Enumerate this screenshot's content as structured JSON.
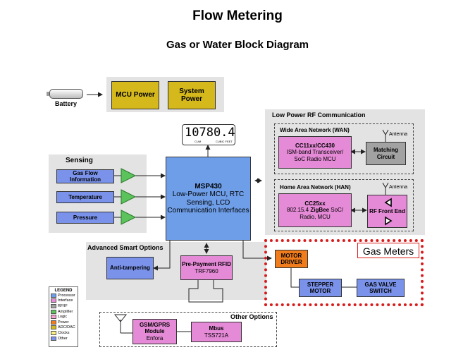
{
  "title": "Flow Metering",
  "subtitle": "Gas or Water Block Diagram",
  "power": {
    "battery_label": "Battery",
    "mcu_power": "MCU Power",
    "system_power": [
      "System",
      "Power"
    ]
  },
  "display": {
    "digits": "10780.4",
    "unit_left": "CUM",
    "unit_right": "CUBIC FEET"
  },
  "sensing": {
    "title": "Sensing",
    "items": [
      "Gas Flow Information",
      "Temperature",
      "Pressure"
    ]
  },
  "mcu": {
    "name": "MSP430",
    "lines": [
      "Low-Power MCU, RTC",
      "Sensing, LCD",
      "Communication Interfaces"
    ]
  },
  "rf": {
    "title": "Low Power RF Communication",
    "wan": {
      "title": "Wide Area Network (WAN)",
      "antenna": "Antenna",
      "chip": "CC11xx/CC430",
      "desc": [
        "ISM-band Transceiver/",
        "SoC Radio MCU"
      ],
      "matching": [
        "Matching",
        "Circuit"
      ]
    },
    "han": {
      "title": "Home Area Network (HAN)",
      "antenna": "Antenna",
      "chip": "CC25xx",
      "desc_a": "802.15.4 ",
      "desc_b": "ZigBee",
      "desc_c": " SoC/",
      "desc_d": "Radio, MCU",
      "rf_front_end": "RF Front End"
    }
  },
  "advanced": {
    "title": "Advanced Smart Options",
    "anti_tampering": "Anti-tampering",
    "rfid": "Pre-Payment RFID",
    "rfid_part": "TRF7960"
  },
  "gas_meters": {
    "label": "Gas Meters",
    "motor_driver": [
      "MOTOR",
      "DRIVER"
    ],
    "stepper_motor": [
      "STEPPER",
      "MOTOR"
    ],
    "gas_valve_switch": [
      "GAS VALVE",
      "SWITCH"
    ]
  },
  "other": {
    "title": "Other Options",
    "gsm": [
      "GSM/GPRS",
      "Module"
    ],
    "gsm_part": "Enfora",
    "mbus": "Mbus",
    "mbus_part": "TSS721A"
  },
  "legend": {
    "title": "LEGEND",
    "items": [
      {
        "label": "Processor",
        "color": "#6e9ee8"
      },
      {
        "label": "Interface",
        "color": "#e48ad6"
      },
      {
        "label": "RF/IF",
        "color": "#a2a2a2"
      },
      {
        "label": "Amplifier",
        "color": "#5cc25c"
      },
      {
        "label": "Logic",
        "color": "#f4a0d0"
      },
      {
        "label": "Power",
        "color": "#f07c1c"
      },
      {
        "label": "ADC/DAC",
        "color": "#d4b81c"
      },
      {
        "label": "Clocks",
        "color": "#f8f080"
      },
      {
        "label": "Other",
        "color": "#7a92ea"
      }
    ]
  },
  "colors": {
    "panel": "#e3e3e3",
    "gas_meter_border": "#d81c1c"
  }
}
